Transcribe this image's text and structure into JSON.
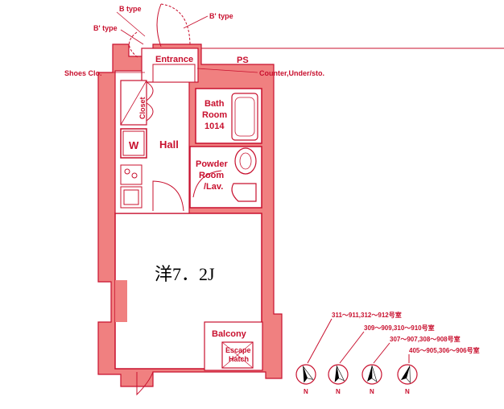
{
  "labels": {
    "b_type": "B type",
    "b_prime_type_top": "B' type",
    "b_prime_type_left": "B' type",
    "entrance": "Entrance",
    "ps": "PS",
    "shoes": "Shoes Clo.",
    "counter": "Counter,Under/sto.",
    "closet": "Closet",
    "bath_line1": "Bath",
    "bath_line2": "Room",
    "bath_line3": "1014",
    "w": "W",
    "hall": "Hall",
    "powder_line1": "Powder",
    "powder_line2": "Room",
    "powder_line3": "/Lav.",
    "room": "洋7．2J",
    "balcony": "Balcony",
    "escape_line1": "Escape",
    "escape_line2": "Hatch"
  },
  "compass": [
    {
      "label": "311～911,312～912号室",
      "north": "N",
      "rotation": -20
    },
    {
      "label": "309～909,310～910号室",
      "north": "N",
      "rotation": -10
    },
    {
      "label": "307～907,308～908号室",
      "north": "N",
      "rotation": 0
    },
    {
      "label": "405～905,306～906号室",
      "north": "N",
      "rotation": 15
    }
  ],
  "colors": {
    "wall": "#ef6b6b",
    "wall_fill": "#f4a0a0",
    "line": "#c8102e",
    "room_fill": "#ffffff"
  }
}
